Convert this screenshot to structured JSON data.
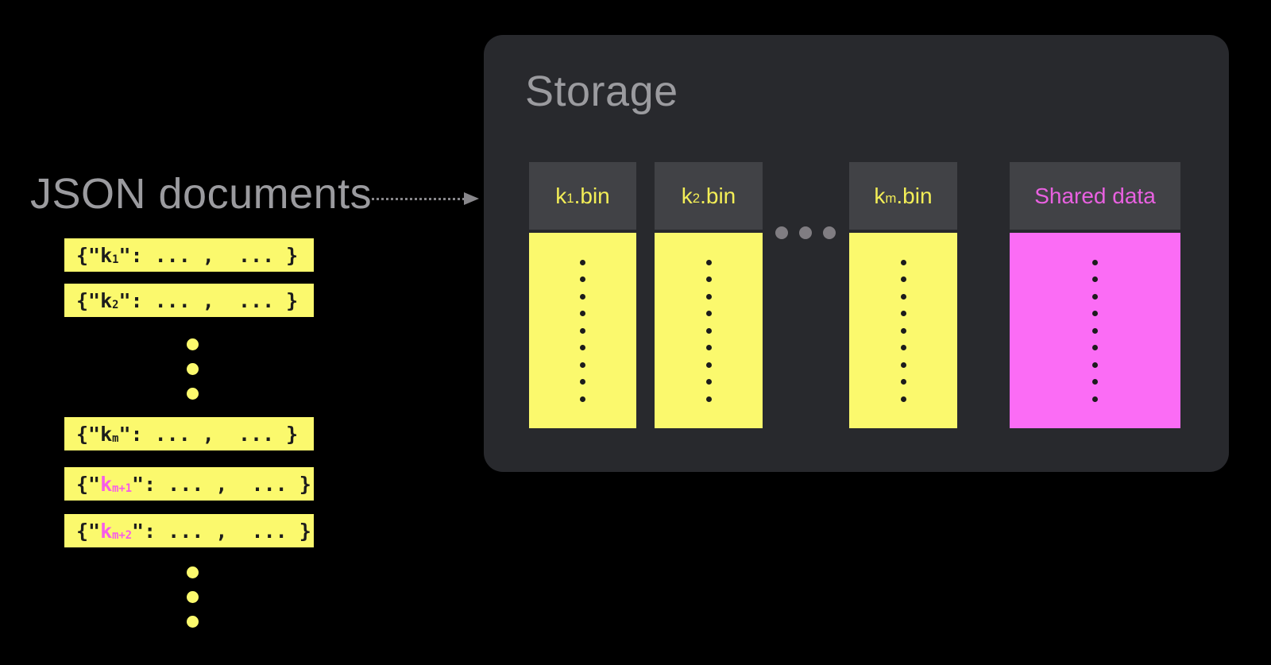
{
  "colors": {
    "background": "#000000",
    "panel_bg": "#28292d",
    "header_bg": "#414246",
    "yellow": "#fbf96d",
    "yellow_text": "#f3ee57",
    "magenta": "#fb6cf5",
    "magenta_text": "#e961e1",
    "pink_key": "#f75ce9",
    "gray_text": "#9b9b9f",
    "arrow_gray": "#88878b",
    "ellipsis_gray": "#807d82",
    "ink": "#1c1c1c"
  },
  "documents": {
    "heading": "JSON documents",
    "ellipsis_count": 3,
    "rows": [
      {
        "open": "{\"",
        "key": "k",
        "sub": "1",
        "close": "\": ... ,  ... }",
        "highlighted": false
      },
      {
        "open": "{\"",
        "key": "k",
        "sub": "2",
        "close": "\": ... ,  ... }",
        "highlighted": false
      },
      {
        "open": "{\"",
        "key": "k",
        "sub": "m",
        "close": "\": ... ,  ... }",
        "highlighted": false
      },
      {
        "open": "{\"",
        "key": "k",
        "sub": "m+1",
        "close": "\": ... ,  ... }",
        "highlighted": true
      },
      {
        "open": "{\"",
        "key": "k",
        "sub": "m+2",
        "close": "\": ... ,  ... }",
        "highlighted": true
      }
    ]
  },
  "storage": {
    "title": "Storage",
    "ellipsis_count": 3,
    "column_dot_count": 9,
    "columns": [
      {
        "label_pre": "k",
        "label_sub": "1",
        "label_post": ".bin",
        "variant": "yellow"
      },
      {
        "label_pre": "k",
        "label_sub": "2",
        "label_post": ".bin",
        "variant": "yellow"
      },
      {
        "label_pre": "k",
        "label_sub": "m",
        "label_post": ".bin",
        "variant": "yellow"
      },
      {
        "label": "Shared data",
        "variant": "magenta"
      }
    ]
  }
}
